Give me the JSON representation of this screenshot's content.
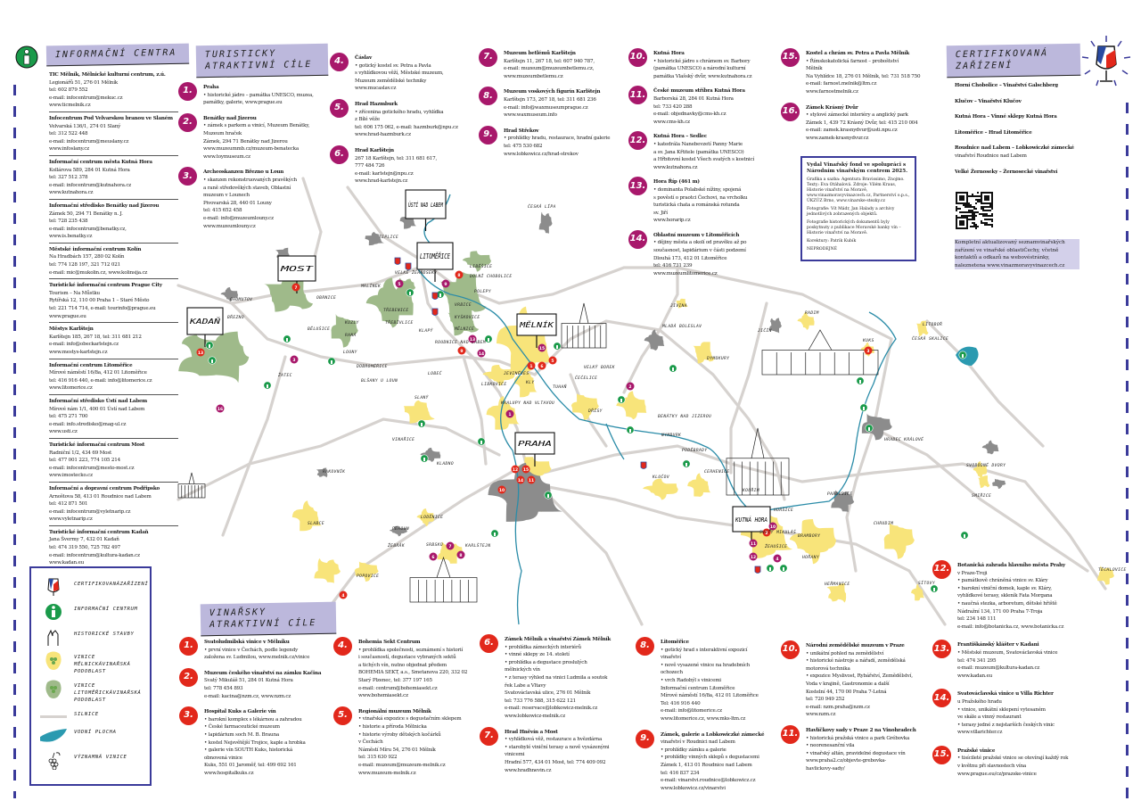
{
  "info_centers": {
    "title": "INFORMAČNÍ CENTRA",
    "items": [
      [
        "TIC Mělník, Mělnické kulturní centrum, z.ú.",
        "Legionářů 51, 276 01 Mělník",
        "tel: 602 879 552",
        "e-mail: infocentrum@mekuc.cz",
        "www.ticmelnik.cz"
      ],
      [
        "Infocentrum Pod Velvarskou branou ve Slaném",
        "Velvarská 136/1, 274 01 Slaný",
        "tel: 312 522 448",
        "e-mail: infocentrum@meuslany.cz",
        "www.infoslany.cz"
      ],
      [
        "Informační centrum města Kutná Hora",
        "Kollárova 589, 284 01 Kutná Hora",
        "tel: 327 512 378",
        "e-mail: infocentrum@kutnahora.cz",
        "www.kutnahora.cz"
      ],
      [
        "Informační středisko Benátky nad Jizerou",
        "Zámek 50, 294 71 Benátky n. J.",
        "tel: 728 235 438",
        "e-mail: infocentrum@benatky.cz,",
        "www.is.benatky.cz"
      ],
      [
        "Městské informační centrum Kolín",
        "Na Hradbách 157, 280 02 Kolín",
        "tel: 774 128 197, 321 712 021",
        "e-mail: mic@mukolin.cz, www.kolinsija.cz"
      ],
      [
        "Turistické informační centrum Prague City",
        "Tourism – Na Můstku",
        "Rytířská 12, 110 00 Praha 1 – Staré Město",
        "tel: 221 714 714, e-mail: tourinfo@prague.eu",
        "www.prague.eu"
      ],
      [
        "Městys Karlštejn",
        "Karlštejn 185, 267 18, tel: 311 681 212",
        "e-mail: info@obeckarlstejn.cz",
        "www.mestys-karlstejn.cz"
      ],
      [
        "Informační centrum Litoměřice",
        "Mírové náměstí 16/8a, 412 01 Litoměřice",
        "tel: 416 916 440, e-mail: info@litomerice.cz",
        "www.litomerice.cz"
      ],
      [
        "Informační středisko Ústí nad Labem",
        "Mírové nám 1/1, 400 01 Ústí nad Labem",
        "tel: 475 271 700",
        "e-mail: info.stredisko@mag-ul.cz",
        "www.usti.cz"
      ],
      [
        "Turistické informační centrum Most",
        "Radniční 1/2, 434 69 Most",
        "tel: 477 001 223, 774 105 214",
        "e-mail: infocentrum@mesto-most.cz",
        "www.imostecko.cz"
      ],
      [
        "Informační a dopravní centrum Podřipsko",
        "Arnoštova 58, 413 01 Roudnice nad Labem",
        "tel: 412 871 501",
        "e-mail: infocentrum@vyletnarip.cz",
        "www.vyletnarip.cz"
      ],
      [
        "Turistické informační centrum Kadaň",
        "Jana Švermy 7, 432 01 Kadaň",
        "tel: 474 319 550, 725 782 497",
        "e-mail: infocentrum@kultura-kadan.cz",
        "www.kadan.eu"
      ]
    ]
  },
  "tourist": {
    "title_1": "TURISTICKY",
    "title_2": "ATRAKTIVNÍ CÍLE",
    "items": [
      {
        "num": "1.",
        "lines": [
          "Praha",
          "• historické jádro – památka UNESCO, muzea,",
          "památky, galerie, www.prague.eu"
        ]
      },
      {
        "num": "2.",
        "lines": [
          "Benátky nad Jizerou",
          "• zámek s parkem a vinicí, Muzeum Benátky,",
          "  Muzeum hraček",
          "Zámek, 294 71 Benátky nad Jizerou",
          "www.muzeummb.cz/muzeum-benatecka",
          "www.toymuseum.cz"
        ]
      },
      {
        "num": "3.",
        "lines": [
          "Archeoskanzen Březno u Loun",
          "• skanzen rekonstruovaných pravěkých",
          "  a raně středověkých staveb, Oblastní",
          "  muzeum v Lounech",
          "Pivovarská 28, 440 01 Louny",
          "tel: 415 652 458",
          "e-mail: info@muzeumlouny.cz",
          "www.muzeumlouny.cz"
        ]
      },
      {
        "num": "4.",
        "lines": [
          "Čáslav",
          "• gotický kostel sv. Petra a Pavla",
          "  s vyhlídkovou věží, Městské muzeum,",
          "  Muzeum zemědělské techniky",
          "www.mucaslav.cz"
        ]
      },
      {
        "num": "5.",
        "lines": [
          "Hrad Hazmburk",
          "• zřícenina gotického hradu, vyhlídka",
          "  z Bílé věže",
          "tel: 606 175 062, e-mail: hazmburk@npu.cz",
          "www.hrad-hazmburk.cz"
        ]
      },
      {
        "num": "6.",
        "lines": [
          "Hrad Karlštejn",
          "267 18 Karlštejn, tel: 311 681 617,",
          "777 484 726",
          "e-mail: karlstejn@npu.cz",
          "www.hrad-karlstejn.cz"
        ]
      },
      {
        "num": "7.",
        "lines": [
          "Muzeum betlémů Karlštejn",
          "Karlštejn 11, 267 18, tel: 607 940 787,",
          "e-mail: muzeum@muzeumbetlemu.cz,",
          "www.muzeumbetlemu.cz"
        ]
      },
      {
        "num": "8.",
        "lines": [
          "Muzeum voskových figurín Karlštejn",
          "Karlštejn 173, 267 18, tel: 311 681 236",
          "e-mail: info@waxmuseumprague.cz",
          "www.waxmuseum.info"
        ]
      },
      {
        "num": "9.",
        "lines": [
          "Hrad Střekov",
          "• prohlídky hradu, restaurace, hradní galerie",
          "tel: 475 530 682",
          "www.lobkowicz.cz/hrad-strekov"
        ]
      },
      {
        "num": "10.",
        "lines": [
          "Kutná Hora",
          "• historické jádro s chrámem sv. Barbory",
          "(památka UNESCO) a národní kulturní",
          "památka Vlašský dvůr, www.kutnahora.cz"
        ]
      },
      {
        "num": "11.",
        "lines": [
          "České muzeum stříbra Kutná Hora",
          "Barborská 28, 284 01 Kutná Hora",
          "tel: 733 420 288",
          "e-mail: objednavky@cms-kh.cz",
          "www.cms-kh.cz"
        ]
      },
      {
        "num": "12.",
        "lines": [
          "Kutná Hora – Sedlec",
          "• katedrála Nanebevzetí Panny Marie",
          "  a sv. Jana Křtitele (památka UNESCO)",
          "  a Hřbitovní kostel Všech svatých s kostnicí",
          "www.kutnahora.cz"
        ]
      },
      {
        "num": "13.",
        "lines": [
          "Hora Říp (461 m)",
          "• dominanta Polabské nížiny, spojená",
          "  s pověstí o praotci Čechovi, na vrcholku",
          "  turistická chata a románská rotunda",
          "  sv. Jiří",
          "www.horarip.cz"
        ]
      },
      {
        "num": "14.",
        "lines": [
          "Oblastní muzeum v Litoměřicích",
          "• dějiny města a okolí od pravěku až po",
          "  současnost, lapidárium v části podzemí",
          "Dlouhá 173, 412 01 Litoměřice",
          "tel: 416 731 239",
          "www.muzeumlitomerice.cz"
        ]
      },
      {
        "num": "15.",
        "lines": [
          "Kostel a chrám sv. Petra a Pavla Mělník",
          "• Římskokatolická farnost – proboštství",
          "  Mělník",
          "Na Vyhlídce 18, 276 01 Mělník, tel: 731 518 750",
          "e-mail: farnost.melnik@ltm.cz",
          "www.farnostmelnik.cz"
        ]
      },
      {
        "num": "16.",
        "lines": [
          "Zámek Krásný Dvůr",
          "• stylové zámecké interiéry a anglický park",
          "Zámek 1, 439 72 Krásný Dvůr, tel: 415 210 004",
          "e-mail: zamek.krasnydvur@usti.npu.cz",
          "www.zamek-krasnydvur.cz"
        ]
      }
    ]
  },
  "credits": [
    "Vydal Vinařský fond ve spolupráci s Národním vinařským centrem 2025.",
    "Grafika a sazba: Agentura Bravissimo, Znojmo. Texty: Eva Otáhalová. Zdroje: Vilém Kraus, Historie vinařství na Moravě, www.vinazmoravyvinazcech.cz, Partnerství o.p.s., ÚKZÚZ Brno, www.vinarske-stezky.cz",
    "Fotografie: Vít Mádr, Jan Halady a archivy jednotlivých zobrazených objektů.",
    "Fotografie historických dokumentů byly poskytnuty z publikace Moravské banky vín – Historie vinařství na Moravě.",
    "Korektury: Patrik Kubík",
    "NEPRODEJNÉ"
  ],
  "certified": {
    "title_1": "CERTIFIKOVANÁ",
    "title_2": "ZAŘÍZENÍ",
    "items": [
      [
        "Horní Chobolice – Vinařství Galschberg"
      ],
      [
        "Klučov – Vinařství Klučov"
      ],
      [
        "Kutná Hora – Vinné sklepy Kutná Hora"
      ],
      [
        "Litoměřice – Hrad Litoměřice"
      ],
      [
        "Roudnice nad Labem – Lobkowiczké zámecké",
        "vinařství Roudnice nad Labem"
      ],
      [
        "Velké Žernoseky – Žernosecké vinařství"
      ]
    ],
    "qr_note": [
      "Kompletní aktualizovaný seznam",
      "vinařských zařízení ve vinařské oblasti",
      "Čechy, včetně kontaktů a odkazů na webové",
      "stránky, naleznete",
      "na www.vinazmoravyvinazcech.cz"
    ]
  },
  "legend": [
    [
      "CERTIFIKOVANÁ",
      "ZAŘÍZENÍ"
    ],
    [
      "INFORMAČNÍ CENTRUM"
    ],
    [
      "HISTORICKÉ STAVBY"
    ],
    [
      "VINICE MĚLNICKÁ",
      "VINAŘSKÁ PODOBLAST"
    ],
    [
      "VINICE LITOMĚŘICKÁ",
      "VINAŘSKÁ PODOBLAST"
    ],
    [
      "SILNICE"
    ],
    [
      "VODNÍ PLOCHA"
    ],
    [
      "VÝZNAMNÁ VINICE"
    ]
  ],
  "wine": {
    "title_1": "VINAŘSKY",
    "title_2": "ATRAKTIVNÍ CÍLE",
    "items": [
      {
        "num": "1.",
        "lines": [
          "Svatoludmilská vinice v Mělníku",
          "• první vinice v Čechách, podle legendy",
          "  založena sv. Ludmilou, www.melnik.cz/vinice"
        ]
      },
      {
        "num": "2.",
        "lines": [
          "Muzeum českého vinařství na zámku Kačina",
          "Svatý Mikuláš 51, 284 01 Kutná Hora",
          "tel: 778 454 893",
          "e-mail: kacina@nzm.cz, www.nzm.cz"
        ]
      },
      {
        "num": "3.",
        "lines": [
          "Hospital Kuks a Galerie vín",
          "• barokní komplex s lékárnou a zahradou",
          "• České farmaceutické muzeum",
          "• lapidárium soch M. B. Brauna",
          "• kostel Nejsvětější Trojice, kaple a hrobka",
          "• galerie vín SOUTH Kuks, historická",
          "  obnovená vinice",
          "Kuks, 551 01 Jaroměř, tel: 499 692 161",
          "www.hospitalkuks.cz"
        ]
      },
      {
        "num": "4.",
        "lines": [
          "Bohemia Sekt Centrum",
          "• prohlídka společnosti, seznámení s historií",
          "  i současností, degustace vybraných sektů",
          "  a tichých vín, nutno objednat předem",
          "BOHEMIA SEKT, a.s., Smetanova 220, 332 02",
          "Starý Plzenec, tel: 377 197 165",
          "e-mail: centrum@bohemiasekt.cz",
          "www.bohemiasekt.cz"
        ]
      },
      {
        "num": "5.",
        "lines": [
          "Regionální muzeum Mělník",
          "• vinařská expozice s degustačním sklepem",
          "• historie a příroda Mělnicka",
          "• historie výroby dětských kočárků",
          "v Čechách",
          "Náměstí Míru 54, 276 01 Mělník",
          "tel: 315 630 922",
          "e-mail: muzeum@muzeum-melnik.cz",
          "www.muzeum-melnik.cz"
        ]
      },
      {
        "num": "6.",
        "lines": [
          "Zámek Mělník a vinařství Zámek Mělník",
          "• prohlídka zámeckých interiérů",
          "• vinné sklepy ze 14. století",
          "• prohlídka a degustace proslulých",
          "  mělnických vín",
          "• z terasy výhled na vinici Ludmila a soutok",
          "  řek Labe a Vltavy",
          "Svatováclavská ulice, 276 01 Mělník",
          "tel: 733 776 588, 315 622 121",
          "e-mail: reservace@lobkowicz-melnik.cz",
          "www.lobkowicz-melnik.cz"
        ]
      },
      {
        "num": "7.",
        "lines": [
          "Hrad Hněvín a Most",
          "• vyhlídková věž, restaurace a hvězdárna",
          "• starobylé viniční terasy a nově vysázenými",
          "  vinicemi",
          "Hradní 577, 434 01 Most, tel: 774 409 092",
          "www.hradhnevin.cz"
        ]
      },
      {
        "num": "8.",
        "lines": [
          "Litoměřice",
          "• gotický hrad s interaktivní expozicí",
          "  vinařství",
          "• nově vysazené vinice na hradebních",
          "  ochozech",
          "• vrch Radobýl s vinicemi",
          "Informační centrum Litoměřice",
          "Mírové náměstí 16/8a, 412 01 Litoměřice",
          "Tel: 416 916 440",
          "e-mail: info@litomerice.cz",
          "www.litomerice.cz, www.mks-ltm.cz"
        ]
      },
      {
        "num": "9.",
        "lines": [
          "Zámek, galerie a Lobkowiczké zámecké",
          "vinařství v Roudnici nad Labem",
          "• prohlídky zámku a galerie",
          "• prohlídky vinných sklepů s degustacemi",
          "Zámek 1, 413 01 Roudnice nad Labem",
          "tel: 416 837 234",
          "e-mail: vinarstvi.roudnice@lobkowicz.cz",
          "www.lobkowicz.cz/vinarstvi"
        ]
      },
      {
        "num": "10.",
        "lines": [
          "Národní zemědělské muzeum v Praze",
          "• unikátní pohled na zemědělství",
          "• historické nástroje a nářadí, zemědělská",
          "  motorová technika",
          "• expozice Myslivost, Rybářství, Zemědělství,",
          "  Voda v krajině, Gastronomie a další",
          "Kostelní 44, 170 00 Praha 7-Letná",
          "tel: 720 949 252",
          "e-mail: nzm.praha@nzm.cz",
          "www.nzm.cz"
        ]
      },
      {
        "num": "11.",
        "lines": [
          "Havlíčkovy sady v Praze 2 na Vinohradech",
          "• historická pražská vinice a park Grébovka",
          "• neorenesanční vila",
          "• vinařský altán, pravidelné degustace vín",
          "www.praha2.cz/objevte-grebovka-",
          "havlickovy-sady/"
        ]
      },
      {
        "num": "12.",
        "lines": [
          "Botanická zahrada hlavního města Prahy",
          "v Praze-Troji",
          "• památkově chráněná vinice sv. Kláry",
          "• barokní viniční domek, kaple sv. Kláry,",
          "  vyhlídkové terasy, skleník Fata Morgana",
          "• naučná stezka, arboretum, dětské hřiště",
          "Nádražní 134, 171 00 Praha 7-Troja",
          "tel: 234 148 111",
          "e-mail: info@botanicka.cz, www.botanicka.cz"
        ]
      },
      {
        "num": "13.",
        "lines": [
          "Františkánský klášter v Kadani",
          "• Městské muzeum, Svatováclavská vinice",
          "tel: 474 341 295",
          "e-mail: muzeum@kultura-kadan.cz",
          "www.kadan.eu"
        ]
      },
      {
        "num": "14.",
        "lines": [
          "Svatováclavská vinice u Villa Richter",
          "u Pražského hradu",
          "• vinice, unikátní sklepení vytesaném",
          "  ve skále a vinný restaurant",
          "• terasy jedné z nejstarších českých vinic",
          "www.villarichter.cz"
        ]
      },
      {
        "num": "15.",
        "lines": [
          "Pražské vinice",
          "• tisícileté pražské vinice se otevírají každý rok",
          "  v květnu při slavnostech vína",
          "www.prague.eu/cz/prazske-vinice"
        ]
      }
    ]
  },
  "map": {
    "signs": [
      "ÚSTÍ NAD LABEM",
      "MOST",
      "KADAŇ",
      "LITOMĚŘICE",
      "MĚLNÍK",
      "PRAHA",
      "KUTNÁ HORA"
    ],
    "places": [
      "TEPLICE",
      "ČESKÁ LÍPA",
      "VELKÉ ŽERNOSEKY",
      "LIBĚŠICE",
      "DOLNÍ CHOBOLICE",
      "MRLÍNEK",
      "POLEPY",
      "OBRNICE",
      "CHOMUTOV",
      "BŘEZNO",
      "TŘEBENICE",
      "TŘEBÍVLICE",
      "KLAPÝ",
      "BĚLUŠICE",
      "KOZLY",
      "RANÁ",
      "VRBICE",
      "KYŠKOVICE",
      "MĚLNICE",
      "ROUDNICE NAD LABEM",
      "LOUNY",
      "DOBROMĚŘICE",
      "BLŠANY U LOUN",
      "ŽATEC",
      "JEVINĚVES",
      "LIBKOVICE",
      "LOBEČ",
      "VELKÝ BOREK",
      "KLY",
      "TUHAŇ",
      "ČEČELICE",
      "DŘÍSY",
      "SLANÝ",
      "KRALUPY NAD VLTAVOU",
      "VINAŘICE",
      "KLADNO",
      "RAKOVNÍK",
      "SLABCE",
      "LODĚNICE",
      "BEROUN",
      "SRBSKO",
      "KARLŠTEJN",
      "POPOVICE",
      "ŽEBRÁK",
      "JIVINA",
      "MLADÁ BOLESLAV",
      "JIČÍN",
      "RADIM",
      "DYMOKURY",
      "BENÁTKY NAD JIZEROU",
      "NYMBURK",
      "PODĚBRADY",
      "KLUČOV",
      "CERHENICE",
      "KOUŘIM",
      "HORŠICE",
      "SVATÝ MIKULÁŠ",
      "BRAMBORY",
      "HOŘANY",
      "ŽEHUŠICE",
      "HEŘMANICE",
      "SÍTOVY",
      "PARDUBICE",
      "CHRUDIM",
      "HRADEC KRÁLOVÉ",
      "KUKS",
      "ČESKÁ SKALICE",
      "LITOBOŘ",
      "SVOBODNÉ DVORY",
      "SMIŘICE",
      "TĚCHLOVICE"
    ],
    "tourist_markers": [
      "5",
      "9",
      "14",
      "13",
      "2",
      "1",
      "6",
      "7",
      "8",
      "11",
      "12",
      "10",
      "16",
      "3",
      "15",
      "4"
    ],
    "wine_markers": [
      "7",
      "8",
      "9",
      "1",
      "6",
      "5",
      "2",
      "3",
      "12",
      "14",
      "11",
      "10",
      "15",
      "13",
      "4"
    ]
  },
  "colors": {
    "tourist_badge": "#a8186b",
    "wine_badge": "#e2281b",
    "header": "#bcb8dc",
    "litomerice_region": "#9fba8a",
    "melnik_region": "#f8e47a",
    "info": "#1a9a4a",
    "water": "#2b8ca8",
    "road": "#d6d2cf"
  }
}
